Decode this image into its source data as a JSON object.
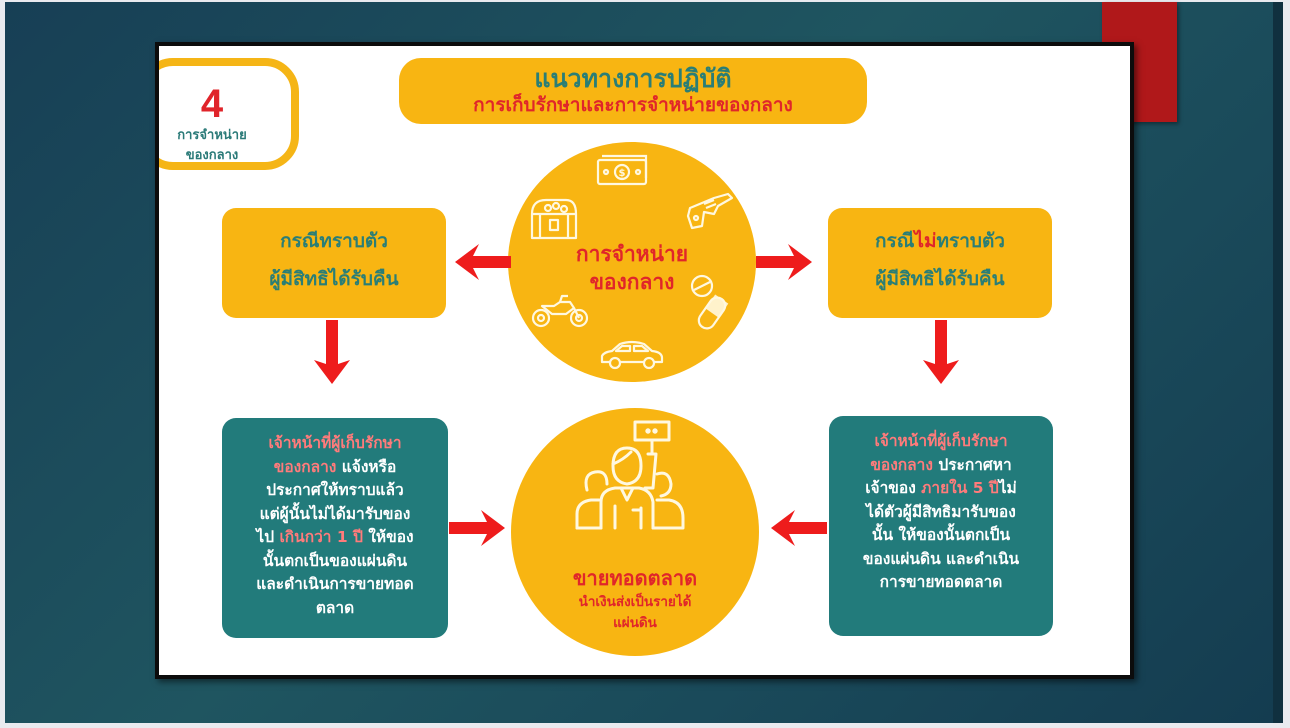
{
  "slide": {
    "badge": {
      "number": "4",
      "line1": "การจำหน่าย",
      "line2": "ของกลาง"
    },
    "title": {
      "main": "แนวทางการปฏิบัติ",
      "sub": "การเก็บรักษาและการจำหน่ายของกลาง"
    },
    "center_top": {
      "line1": "การจำหน่าย",
      "line2": "ของกลาง",
      "icons": [
        "banknote-icon",
        "revolver-icon",
        "treasure-chest-icon",
        "pills-icon",
        "motorcycle-icon",
        "car-icon"
      ]
    },
    "case_known": {
      "line1": "กรณีทราบตัว",
      "line2": "ผู้มีสิทธิได้รับคืน"
    },
    "case_unknown": {
      "line1_a": "กรณี",
      "line1_highlight": "ไม่",
      "line1_b": "ทราบตัว",
      "line2": "ผู้มีสิทธิได้รับคืน"
    },
    "procedure_known": {
      "l1": "เจ้าหน้าที่ผู้เก็บรักษา",
      "l2_highlight": "ของกลาง",
      "l2_rest": " แจ้งหรือ",
      "l3": "ประกาศให้ทราบแล้ว",
      "l4": "แต่ผู้นั้นไม่ได้มารับของ",
      "l5_a": "ไป ",
      "l5_highlight": "เกินกว่า 1 ปี",
      "l5_b": " ให้ของ",
      "l6": "นั้นตกเป็นของแผ่นดิน",
      "l7": "และดำเนินการขายทอด",
      "l8": "ตลาด"
    },
    "procedure_unknown": {
      "l1": "เจ้าหน้าที่ผู้เก็บรักษา",
      "l2_highlight": "ของกลาง",
      "l2_rest": " ประกาศหา",
      "l3_a": "เจ้าของ ",
      "l3_highlight": "ภายใน 5 ปี",
      "l3_b": "ไม่",
      "l4": "ได้ตัวผู้มีสิทธิมารับของ",
      "l5": "นั้น ให้ของนั้นตกเป็น",
      "l6": "ของแผ่นดิน และดำเนิน",
      "l7": "การขายทอดตลาด"
    },
    "center_bottom": {
      "title": "ขายทอดตลาด",
      "sub1": "นำเงินส่งเป็นรายได้",
      "sub2": "แผ่นดิน",
      "icon": "auction-bidder-icon"
    }
  },
  "colors": {
    "background": "#1a4a5a",
    "accent_red_bar": "#b0181a",
    "yellow": "#f8b512",
    "teal_text": "#2a7e76",
    "teal_box": "#227b7b",
    "red_text": "#e0262a",
    "pink_highlight": "#ff7b7b",
    "arrow": "#ee1c1c"
  }
}
